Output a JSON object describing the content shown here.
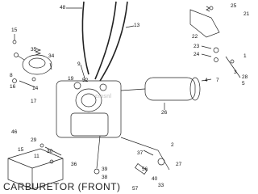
{
  "diagram": {
    "title": "CARBURETOR (FRONT)",
    "watermark": "cmsnl",
    "callouts": {
      "c1": "15",
      "c2": "48",
      "c3": "13",
      "c4": "35",
      "c5": "34",
      "c6": "8",
      "c7": "14",
      "c8": "52",
      "c9": "16",
      "c10": "17",
      "c11": "19",
      "c12": "9",
      "c13": "21",
      "c14": "25",
      "c15": "22",
      "c16": "23",
      "c17": "24",
      "c18": "1",
      "c19": "3",
      "c20": "28",
      "c21": "7",
      "c22": "26",
      "c23": "4",
      "c24": "5",
      "c25": "29",
      "c26": "30",
      "c27": "36",
      "c28": "39",
      "c29": "38",
      "c30": "37",
      "c31": "2",
      "c32": "27",
      "c33": "56",
      "c34": "40",
      "c35": "33",
      "c36": "57",
      "c37": "46",
      "c38": "15",
      "c39": "11"
    }
  }
}
